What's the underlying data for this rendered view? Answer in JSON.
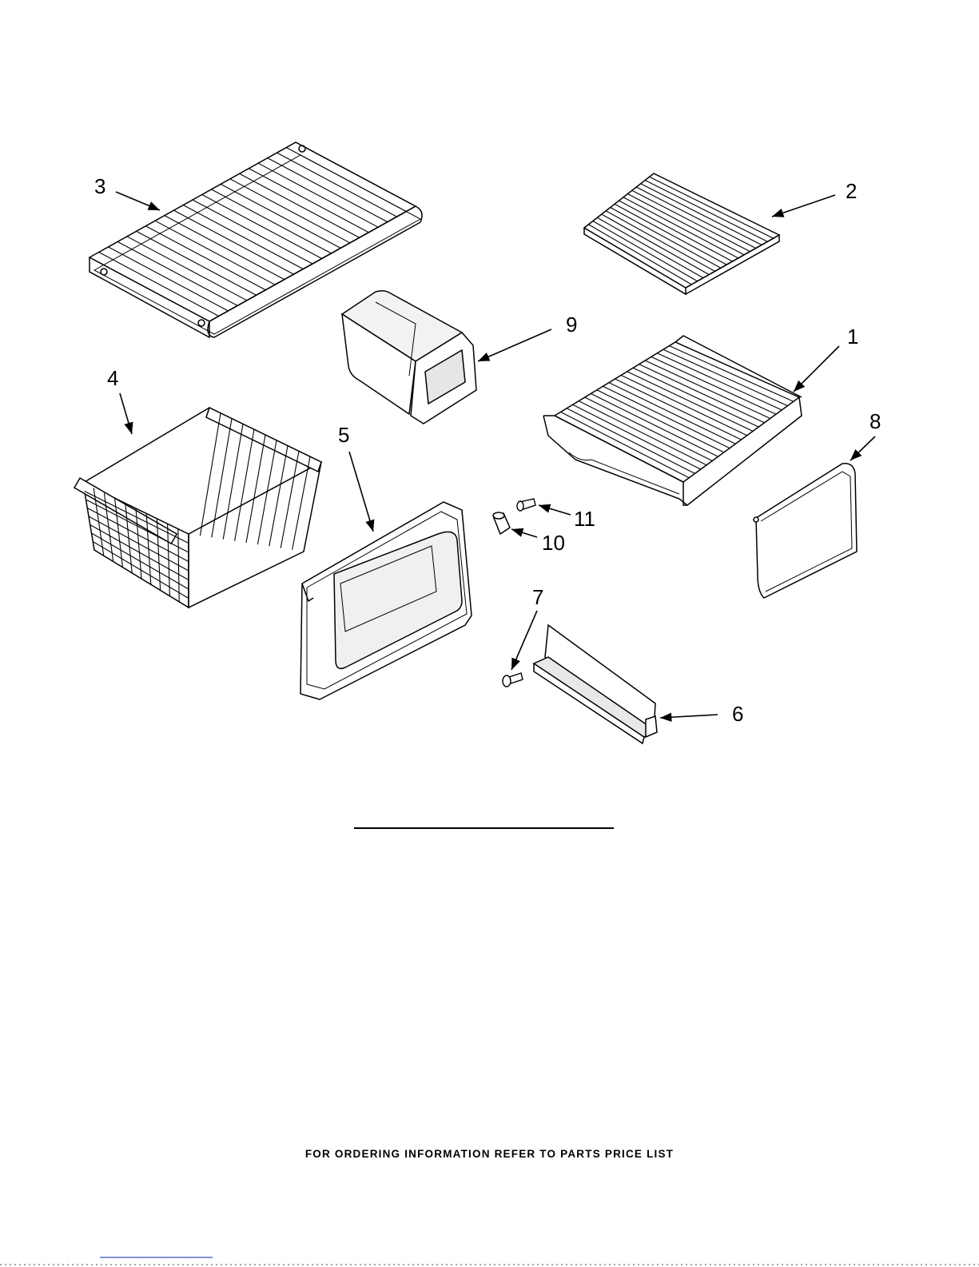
{
  "diagram": {
    "callouts": [
      {
        "id": "1",
        "part": "refrigerator-wire-shelf"
      },
      {
        "id": "2",
        "part": "freezer-wire-shelf-small"
      },
      {
        "id": "3",
        "part": "freezer-wire-shelf-large"
      },
      {
        "id": "4",
        "part": "freezer-wire-basket"
      },
      {
        "id": "5",
        "part": "drawer-front-panel"
      },
      {
        "id": "6",
        "part": "slide-rail"
      },
      {
        "id": "7",
        "part": "screw"
      },
      {
        "id": "8",
        "part": "bin-door"
      },
      {
        "id": "9",
        "part": "ice-bin"
      },
      {
        "id": "10",
        "part": "spacer"
      },
      {
        "id": "11",
        "part": "screw"
      }
    ]
  },
  "footer": {
    "text": "FOR ORDERING INFORMATION REFER TO PARTS PRICE LIST"
  }
}
